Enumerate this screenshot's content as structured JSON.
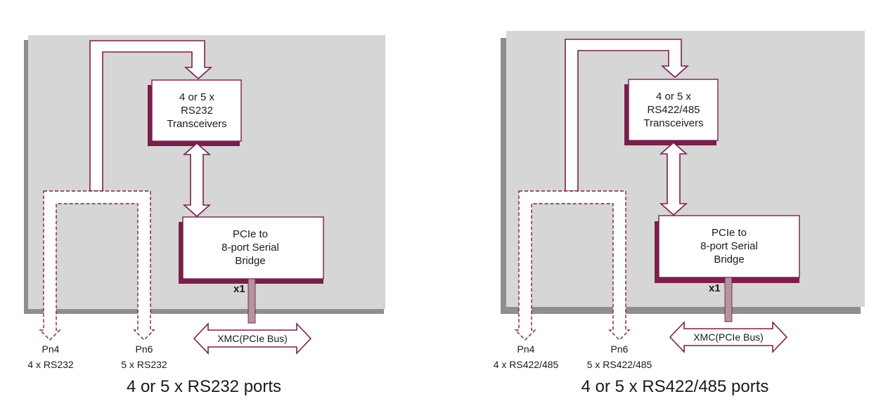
{
  "diagrams": [
    {
      "id": "rs232",
      "transceiver_lines": [
        "4 or 5 x",
        "RS232",
        "Transceivers"
      ],
      "bridge_lines": [
        "PCIe to",
        "8-port Serial",
        "Bridge"
      ],
      "link_label": "x1",
      "bus_label": "XMC(PCIe Bus)",
      "port_a_lines": [
        "Pn4",
        "4 x RS232"
      ],
      "port_b_lines": [
        "Pn6",
        "5 x RS232"
      ],
      "caption": "4 or 5 x RS232 ports"
    },
    {
      "id": "rs422",
      "transceiver_lines": [
        "4 or 5 x",
        "RS422/485",
        "Transceivers"
      ],
      "bridge_lines": [
        "PCIe to",
        "8-port Serial",
        "Bridge"
      ],
      "link_label": "x1",
      "bus_label": "XMC(PCIe Bus)",
      "port_a_lines": [
        "Pn4",
        "4 x RS422/485"
      ],
      "port_b_lines": [
        "Pn6",
        "5 x RS422/485"
      ],
      "caption": "4 or 5 x RS422/485 ports"
    }
  ],
  "colors": {
    "board": "#d6d6d6",
    "board_shadow": "#8e8e8e",
    "box_shadow": "#7a1f4b",
    "outline": "#7a1f4b",
    "pcie_link": "#b7929f"
  }
}
